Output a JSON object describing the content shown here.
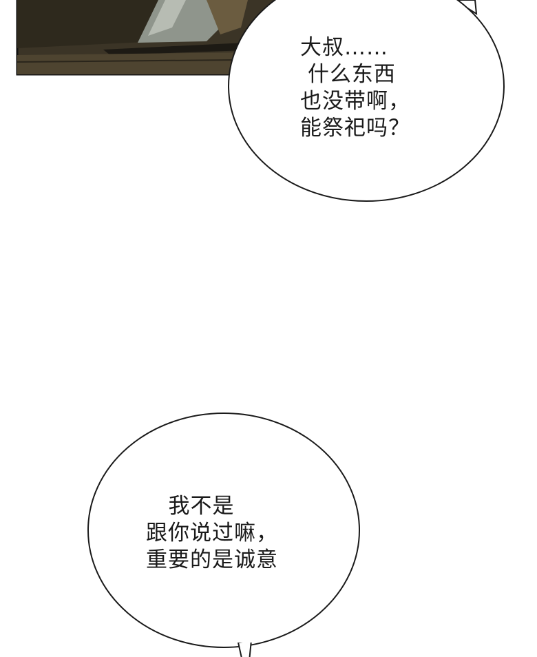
{
  "colors": {
    "panel_dark": "#3b3426",
    "panel_mid": "#5a4d35",
    "panel_light": "#8a8f86",
    "bubble_fill": "#ffffff",
    "bubble_stroke": "#1a1a1a",
    "text": "#1a1a1a"
  },
  "bubbles": [
    {
      "lines": [
        "大叔……",
        " 什么东西",
        "也没带啊，",
        "能祭祀吗？"
      ]
    },
    {
      "lines": [
        "   我不是",
        "跟你说过嘛，",
        "重要的是诚意"
      ]
    }
  ]
}
